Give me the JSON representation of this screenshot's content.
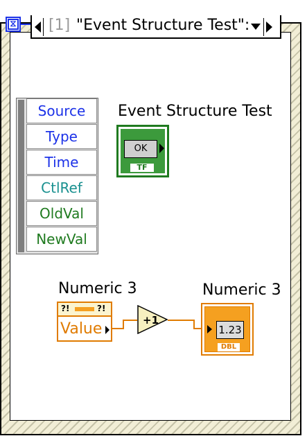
{
  "selector": {
    "case_index": "[1]",
    "case_name": "\"Event Structure Test\":"
  },
  "event_data_node": {
    "items": [
      {
        "label": "Source",
        "color": "#1c32e8"
      },
      {
        "label": "Type",
        "color": "#1c32e8"
      },
      {
        "label": "Time",
        "color": "#1c32e8"
      },
      {
        "label": "CtlRef",
        "color": "#19908f"
      },
      {
        "label": "OldVal",
        "color": "#1f7a1f"
      },
      {
        "label": "NewVal",
        "color": "#1f7a1f"
      }
    ]
  },
  "button_terminal": {
    "label": "Event Structure Test",
    "face_text": "OK",
    "type_text": "TF"
  },
  "numeric_control": {
    "label": "Numeric 3",
    "value_text": "Value",
    "top_text_left": "?!",
    "top_text_right": "?!"
  },
  "increment": {
    "text": "+1"
  },
  "numeric_indicator": {
    "label": "Numeric 3",
    "face_text": "1.23",
    "type_text": "DBL"
  },
  "colors": {
    "frame_stripe": "#c5c2a8",
    "boolean_wire": "#1f7a1f",
    "numeric_wire": "#e07b00",
    "timeout_blue": "#1c32e8"
  }
}
